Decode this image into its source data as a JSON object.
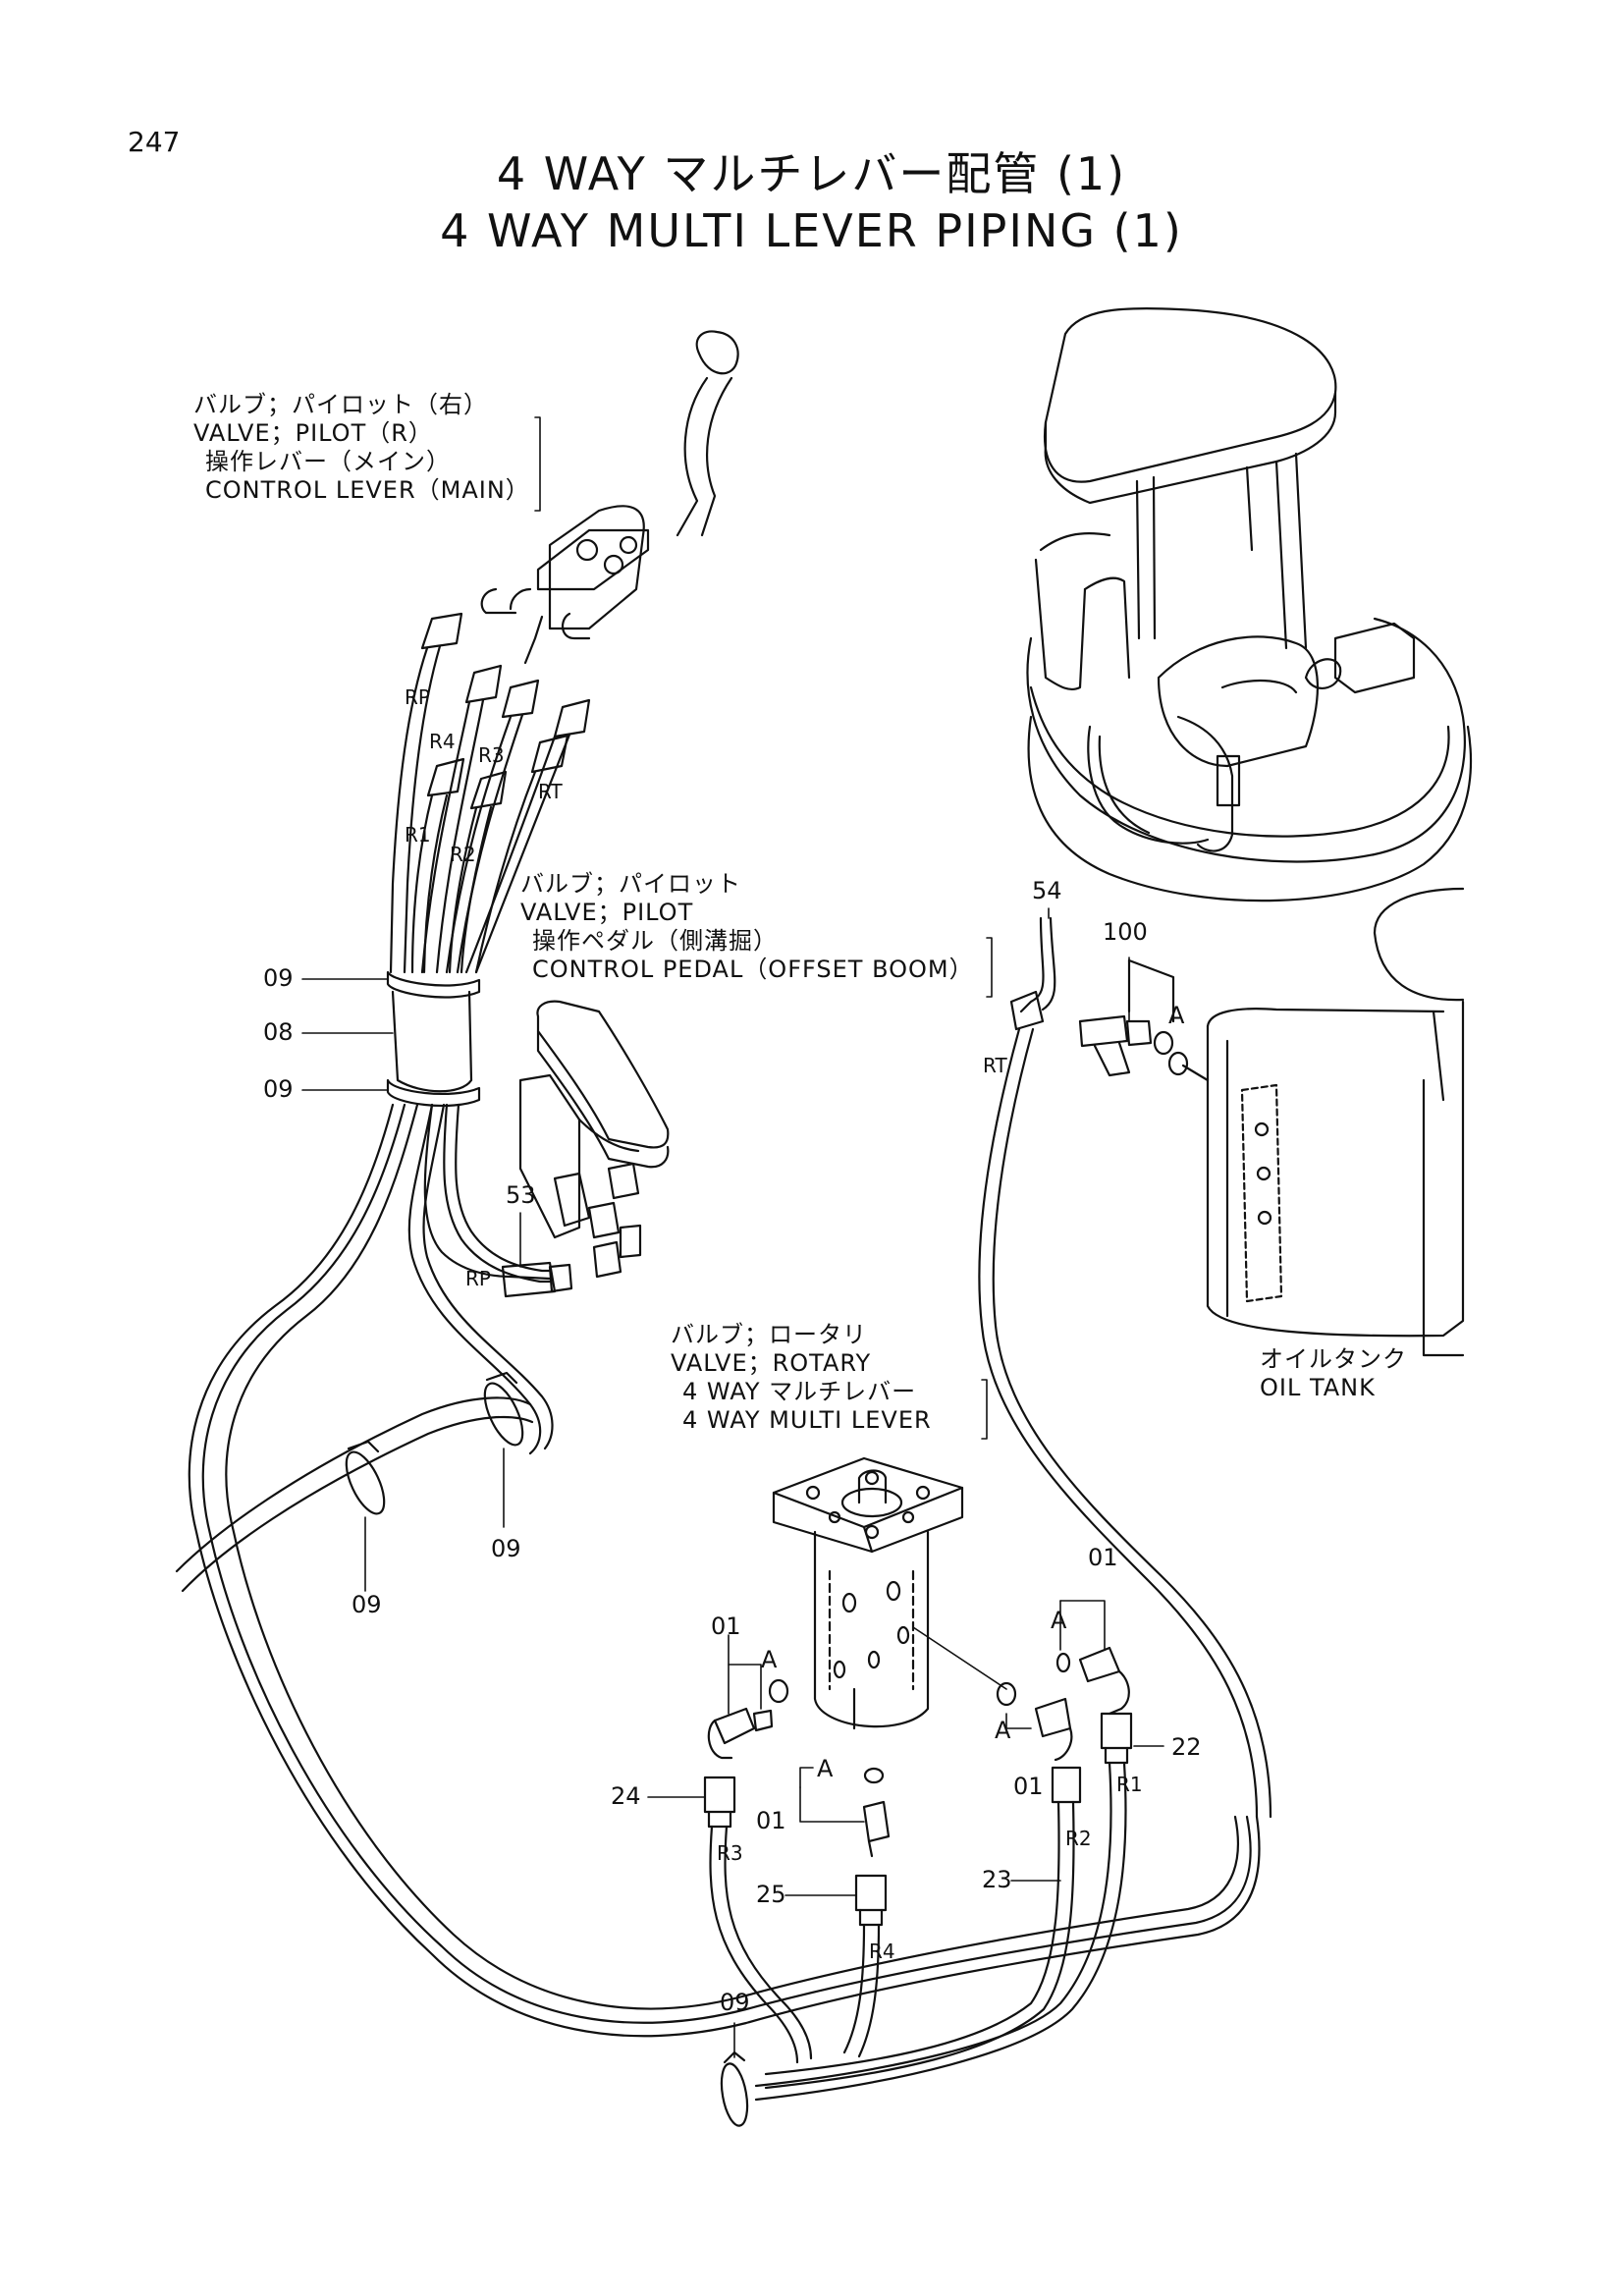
{
  "page": {
    "number": "247"
  },
  "title": {
    "japanese": "4 WAY マルチレバー配管 (1)",
    "english": "4 WAY MULTI LEVER PIPING (1)"
  },
  "labels": {
    "pilot_valve_right": {
      "jp": "バルブ；パイロット（右）",
      "en": "VALVE；PILOT（R）",
      "sub_jp": "操作レバー（メイン）",
      "sub_en": "CONTROL LEVER（MAIN）"
    },
    "pilot_valve_pedal": {
      "jp": "バルブ；パイロット",
      "en": "VALVE；PILOT",
      "sub_jp": "操作ペダル（側溝掘）",
      "sub_en": "CONTROL PEDAL（OFFSET BOOM）"
    },
    "rotary_valve": {
      "jp": "バルブ；ロータリ",
      "en": "VALVE；ROTARY",
      "sub_jp": "4 WAY マルチレバー",
      "sub_en": "4 WAY MULTI LEVER"
    },
    "oil_tank": {
      "jp": "オイルタンク",
      "en": "OIL TANK"
    }
  },
  "port_tags": {
    "rp": "RP",
    "r4": "R4",
    "r3": "R3",
    "rt": "RT",
    "r1": "R1",
    "r2": "R2",
    "rp_pedal": "RP",
    "rt_tank": "RT",
    "r3_hose": "R3",
    "r4_hose": "R4",
    "r2_hose": "R2",
    "r1_hose": "R1"
  },
  "part_refs": {
    "p09_upper": "09",
    "p08": "08",
    "p09_lower": "09",
    "p53": "53",
    "p54": "54",
    "p100": "100",
    "a_tank": "A",
    "p09_clamp_left": "09",
    "p09_clamp_right": "09",
    "p01_left": "01",
    "a_left": "A",
    "p01_right": "01",
    "a_right": "A",
    "a_center": "A",
    "p01_center": "01",
    "a_right_lower": "A",
    "p01_right_lower": "01",
    "p24": "24",
    "p25": "25",
    "p23": "23",
    "p22": "22",
    "p09_bottom": "09"
  }
}
